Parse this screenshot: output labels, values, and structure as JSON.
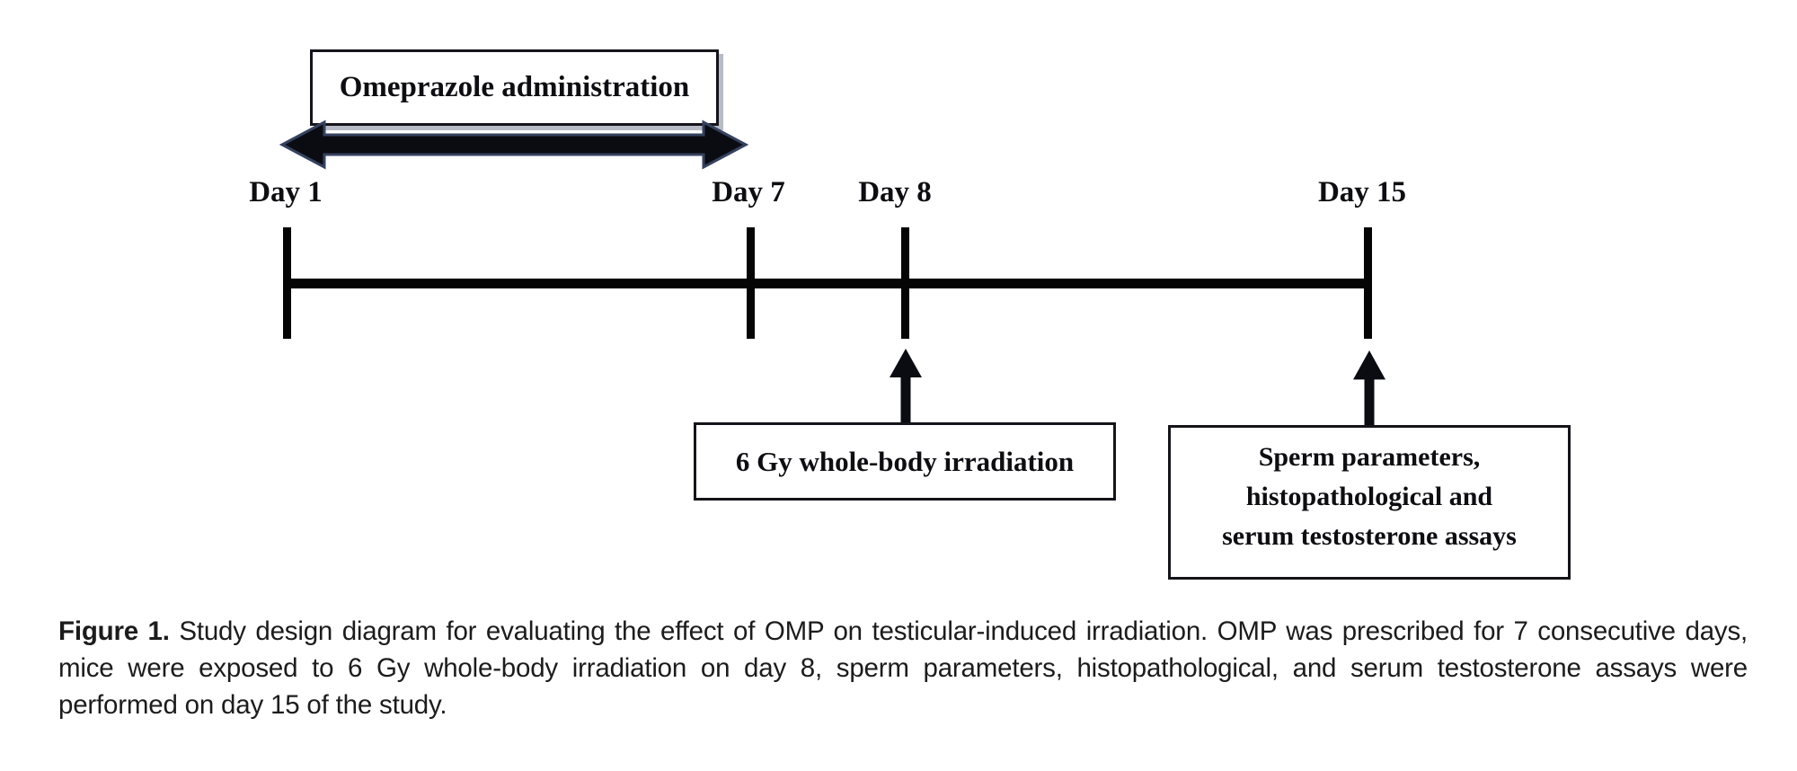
{
  "figure": {
    "omeprazole_box_label": "Omeprazole administration",
    "timeline": {
      "days": [
        {
          "label": "Day 1"
        },
        {
          "label": "Day 7"
        },
        {
          "label": "Day 8"
        },
        {
          "label": "Day 15"
        }
      ]
    },
    "irradiation_box_label": "6 Gy whole-body irradiation",
    "assays_box_label": "Sperm parameters,\nhistopathological and\nserum testosterone assays"
  },
  "caption": {
    "label": "Figure 1.",
    "text": " Study design diagram for evaluating the effect of OMP on testicular-induced irradiation. OMP was prescribed for 7 consecutive days, mice were exposed to 6 Gy whole-body irradiation on day 8, sperm parameters, histopathological, and serum testosterone assays were performed on day 15 of the study."
  },
  "colors": {
    "ink": "#0d0d12",
    "arrow_fill": "#0a0c12",
    "arrow_outline": "#35425f",
    "background": "#ffffff"
  }
}
